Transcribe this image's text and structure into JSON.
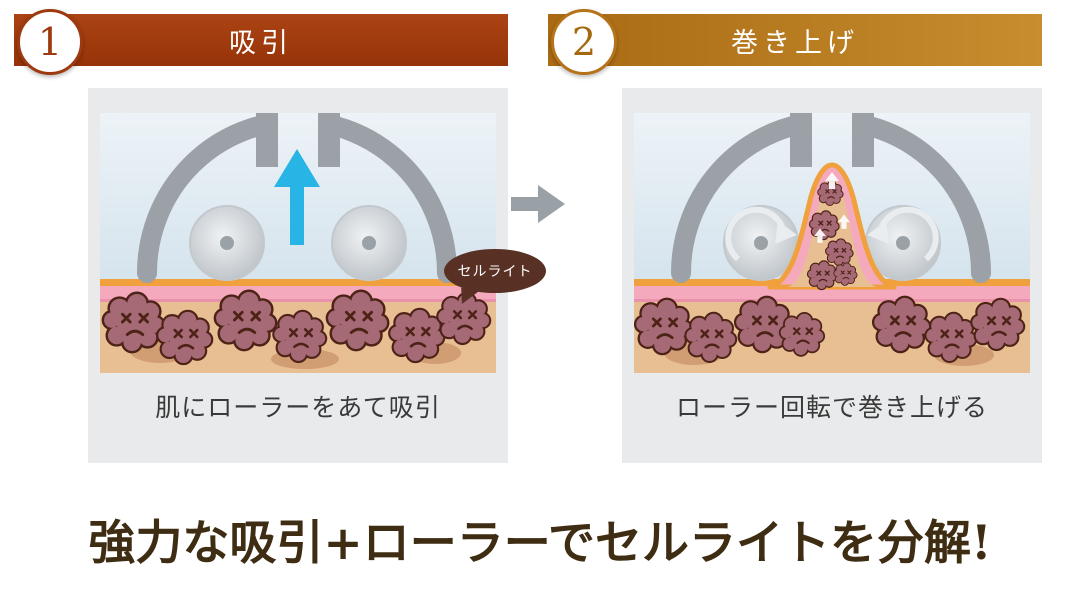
{
  "steps": [
    {
      "number": "1",
      "title": "吸引",
      "caption": "肌にローラーをあて吸引"
    },
    {
      "number": "2",
      "title": "巻き上げ",
      "caption": "ローラー回転で巻き上げる"
    }
  ],
  "bubble": {
    "label": "セルライト"
  },
  "headline": "強力な吸引+ローラーでセルライトを分解!",
  "colors": {
    "step1_accent": "#9e3a0f",
    "step2_accent": "#b5731a",
    "suction_arrow": "#29b4e6",
    "bubble_bg": "#583024",
    "headline_text": "#3e2c13",
    "cellulite_fill": "#a66a76",
    "cellulite_outline": "#4e2317",
    "panel_bg": "#e9eaeb"
  }
}
